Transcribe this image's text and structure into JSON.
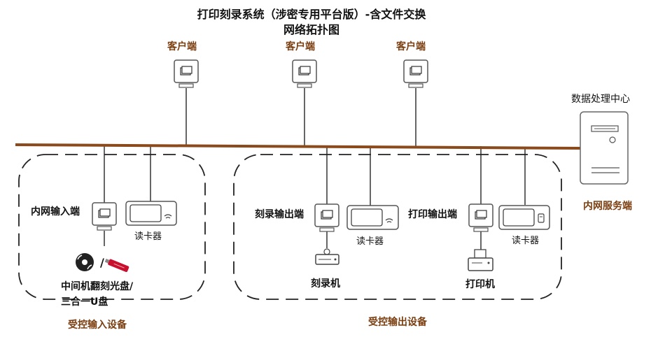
{
  "title": {
    "line1": "打印刻录系统（涉密专用平台版）-含文件交换",
    "line2": "网络拓扑图"
  },
  "clients": [
    "客户端",
    "客户端",
    "客户端"
  ],
  "server": {
    "top_label": "数据处理中心",
    "bottom_label": "内网服务端"
  },
  "input_zone": {
    "terminal_label": "内网输入端",
    "card_reader_label": "读卡器",
    "media_label_line1": "中间机翻刻光盘/",
    "media_label_line2": "三合一U盘",
    "separator": "/",
    "zone_label": "受控输入设备"
  },
  "output_zone": {
    "burn_terminal_label": "刻录输出端",
    "burn_card_reader_label": "读卡器",
    "burner_label": "刻录机",
    "print_terminal_label": "打印输出端",
    "print_card_reader_label": "读卡器",
    "printer_label": "打印机",
    "zone_label": "受控输出设备"
  },
  "colors": {
    "backbone": "#8b4a1c",
    "label_brown": "#7a3e10",
    "usb_red": "#c8102e",
    "line": "#333333"
  }
}
